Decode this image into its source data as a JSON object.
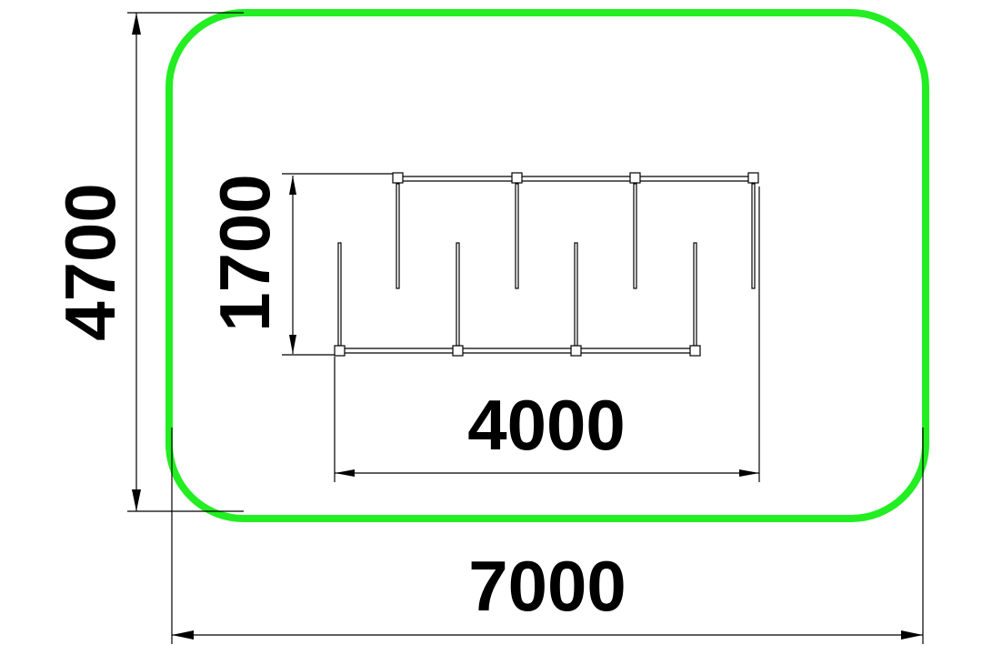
{
  "drawing": {
    "colors": {
      "safety_zone": "#22ee22",
      "lines": "#000000",
      "background": "#ffffff"
    },
    "dimensions": {
      "overall_width": "7000",
      "overall_height": "4700",
      "equipment_width": "4000",
      "equipment_height": "1700"
    }
  }
}
